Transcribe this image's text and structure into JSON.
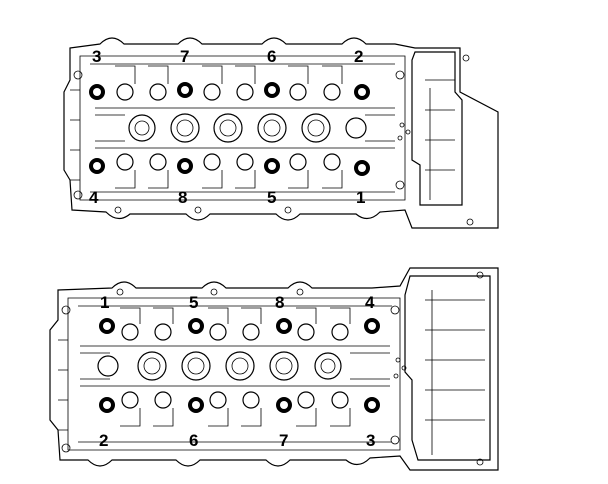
{
  "heads": [
    {
      "id": "upper",
      "labels_top": [
        "3",
        "7",
        "6",
        "2"
      ],
      "labels_bottom": [
        "4",
        "8",
        "5",
        "1"
      ]
    },
    {
      "id": "lower",
      "labels_top": [
        "1",
        "5",
        "8",
        "4"
      ],
      "labels_bottom": [
        "2",
        "6",
        "7",
        "3"
      ]
    }
  ]
}
